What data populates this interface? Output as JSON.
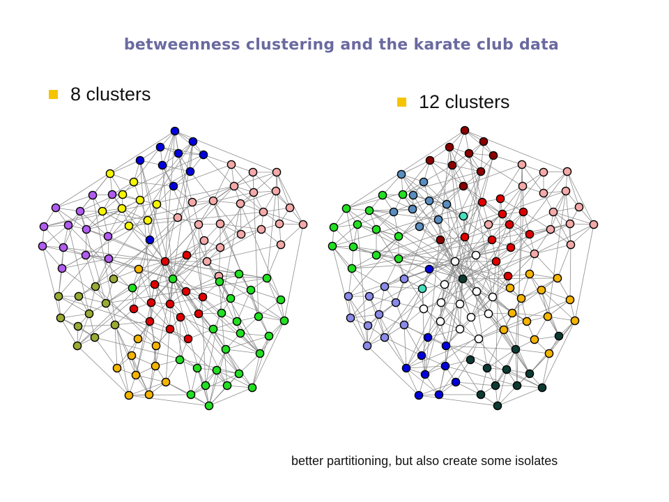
{
  "slide": {
    "title": "betweenness clustering and the karate club data",
    "note": "better partitioning, but also create some isolates"
  },
  "panels": [
    {
      "id": "left",
      "label": "8 clusters"
    },
    {
      "id": "right",
      "label": "12 clusters"
    }
  ],
  "colors": {
    "title": "#6a6aa0",
    "bullet": "#f5c400",
    "edge": "#8c8c8c",
    "node_stroke": "#000000",
    "clusters_left": [
      "#0000dd",
      "#f4a9a9",
      "#f6f600",
      "#b15cf0",
      "#9aaa34",
      "#e00000",
      "#22e022",
      "#f5b400"
    ],
    "clusters_right": [
      "#8b0000",
      "#f4a9a9",
      "#e00000",
      "#5a8ec0",
      "#22e022",
      "#8a8ae8",
      "#ffffff",
      "#f5b400",
      "#0000dd",
      "#0d3b33",
      "#48e0c0"
    ]
  }
}
